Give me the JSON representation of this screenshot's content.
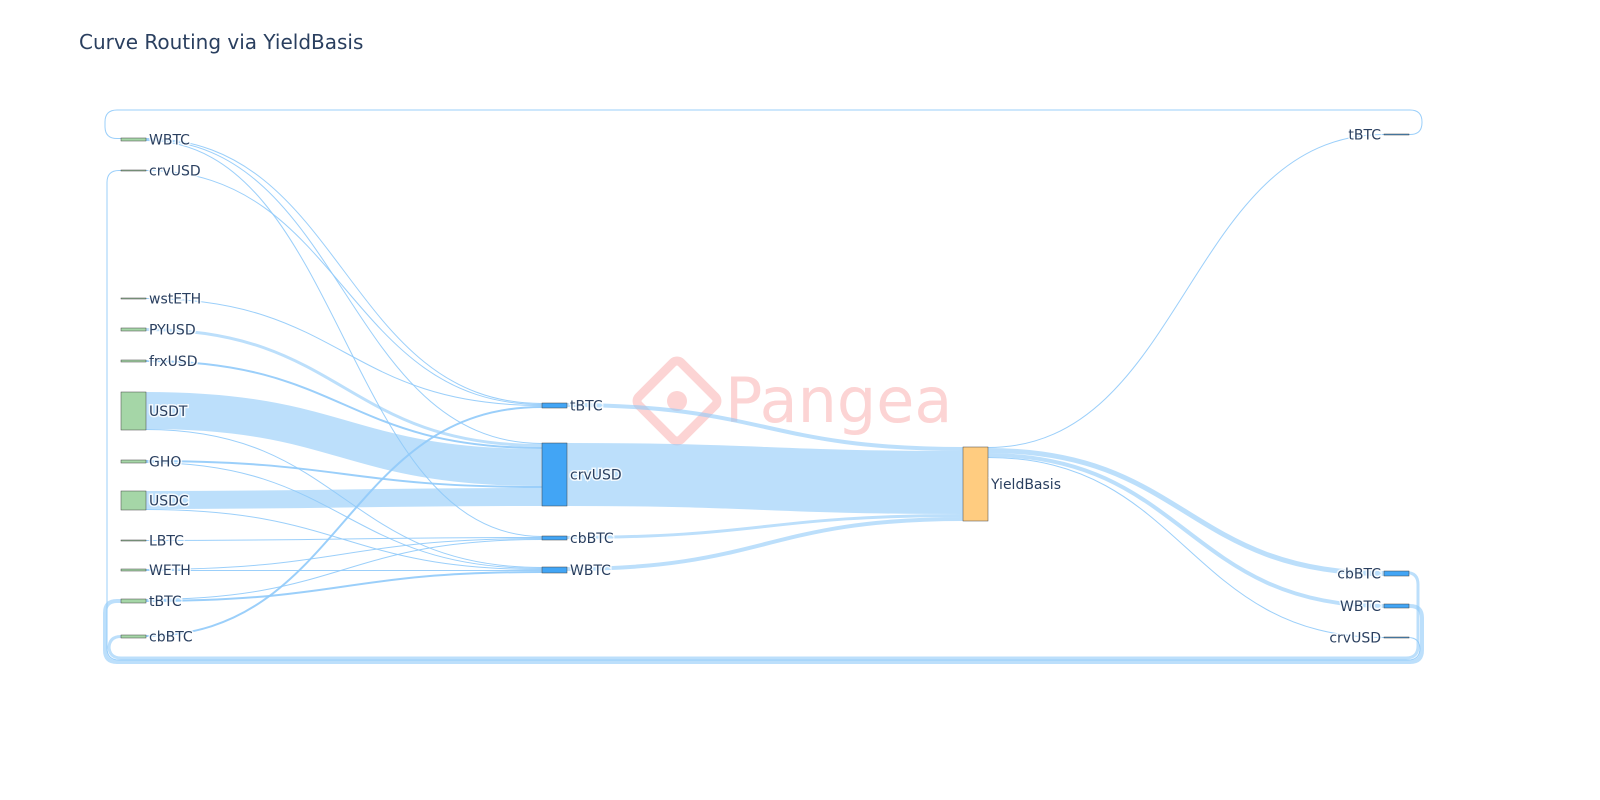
{
  "title": "Curve Routing via YieldBasis",
  "watermark": "Pangea",
  "colors": {
    "source": "#a5d6a7",
    "pool": "#42a5f5",
    "hub": "#ffcc80",
    "link": "#90caf9",
    "text": "#2a3f5f"
  },
  "nodes": [
    {
      "id": "s_WBTC",
      "label": "WBTC",
      "col": 0
    },
    {
      "id": "s_crvUSD",
      "label": "crvUSD",
      "col": 0
    },
    {
      "id": "s_wstETH",
      "label": "wstETH",
      "col": 0
    },
    {
      "id": "s_PYUSD",
      "label": "PYUSD",
      "col": 0
    },
    {
      "id": "s_frxUSD",
      "label": "frxUSD",
      "col": 0
    },
    {
      "id": "s_USDT",
      "label": "USDT",
      "col": 0
    },
    {
      "id": "s_GHO",
      "label": "GHO",
      "col": 0
    },
    {
      "id": "s_USDC",
      "label": "USDC",
      "col": 0
    },
    {
      "id": "s_LBTC",
      "label": "LBTC",
      "col": 0
    },
    {
      "id": "s_WETH",
      "label": "WETH",
      "col": 0
    },
    {
      "id": "s_tBTC",
      "label": "tBTC",
      "col": 0
    },
    {
      "id": "s_cbBTC",
      "label": "cbBTC",
      "col": 0
    },
    {
      "id": "m_tBTC",
      "label": "tBTC",
      "col": 1
    },
    {
      "id": "m_crvUSD",
      "label": "crvUSD",
      "col": 1
    },
    {
      "id": "m_cbBTC",
      "label": "cbBTC",
      "col": 1
    },
    {
      "id": "m_WBTC",
      "label": "WBTC",
      "col": 1
    },
    {
      "id": "yb",
      "label": "YieldBasis",
      "col": 2
    },
    {
      "id": "o_tBTC",
      "label": "tBTC",
      "col": 3
    },
    {
      "id": "o_cbBTC",
      "label": "cbBTC",
      "col": 3
    },
    {
      "id": "o_WBTC",
      "label": "WBTC",
      "col": 3
    },
    {
      "id": "o_crvUSD",
      "label": "crvUSD",
      "col": 3
    }
  ],
  "links": [
    {
      "source": "s_WBTC",
      "target": "m_tBTC",
      "value": 1
    },
    {
      "source": "s_WBTC",
      "target": "m_crvUSD",
      "value": 1
    },
    {
      "source": "s_WBTC",
      "target": "m_cbBTC",
      "value": 1
    },
    {
      "source": "s_crvUSD",
      "target": "m_tBTC",
      "value": 1
    },
    {
      "source": "s_wstETH",
      "target": "m_tBTC",
      "value": 1
    },
    {
      "source": "s_PYUSD",
      "target": "m_crvUSD",
      "value": 3
    },
    {
      "source": "s_frxUSD",
      "target": "m_crvUSD",
      "value": 2
    },
    {
      "source": "s_USDT",
      "target": "m_crvUSD",
      "value": 37
    },
    {
      "source": "s_USDT",
      "target": "m_WBTC",
      "value": 1
    },
    {
      "source": "s_GHO",
      "target": "m_crvUSD",
      "value": 2
    },
    {
      "source": "s_GHO",
      "target": "m_WBTC",
      "value": 1
    },
    {
      "source": "s_USDC",
      "target": "m_crvUSD",
      "value": 18
    },
    {
      "source": "s_USDC",
      "target": "m_WBTC",
      "value": 1
    },
    {
      "source": "s_LBTC",
      "target": "m_cbBTC",
      "value": 1
    },
    {
      "source": "s_WETH",
      "target": "m_cbBTC",
      "value": 1
    },
    {
      "source": "s_WETH",
      "target": "m_WBTC",
      "value": 1
    },
    {
      "source": "s_tBTC",
      "target": "m_cbBTC",
      "value": 1
    },
    {
      "source": "s_tBTC",
      "target": "m_WBTC",
      "value": 2
    },
    {
      "source": "s_cbBTC",
      "target": "m_tBTC",
      "value": 2
    },
    {
      "source": "m_tBTC",
      "target": "yb",
      "value": 4
    },
    {
      "source": "m_crvUSD",
      "target": "yb",
      "value": 63
    },
    {
      "source": "m_cbBTC",
      "target": "yb",
      "value": 3
    },
    {
      "source": "m_WBTC",
      "target": "yb",
      "value": 4
    },
    {
      "source": "yb",
      "target": "o_tBTC",
      "value": 1
    },
    {
      "source": "yb",
      "target": "o_cbBTC",
      "value": 5
    },
    {
      "source": "yb",
      "target": "o_WBTC",
      "value": 4
    },
    {
      "source": "yb",
      "target": "o_crvUSD",
      "value": 1
    },
    {
      "source": "o_tBTC",
      "target": "s_WBTC",
      "value": 1
    },
    {
      "source": "o_crvUSD",
      "target": "s_crvUSD",
      "value": 1
    },
    {
      "source": "o_cbBTC",
      "target": "s_cbBTC",
      "value": 3
    },
    {
      "source": "o_WBTC",
      "target": "s_tBTC",
      "value": 4
    }
  ]
}
